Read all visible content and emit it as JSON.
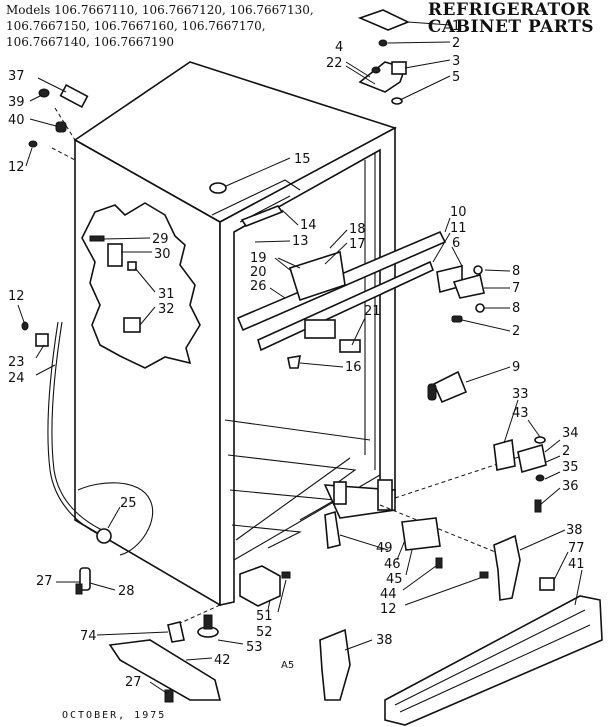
{
  "header": {
    "title_line1": "REFRIGERATOR",
    "title_line2": "CABINET PARTS",
    "models_lines": [
      "Models 106.7667110, 106.7667120, 106.7667130,",
      "106.7667150, 106.7667160, 106.7667170,",
      "106.7667140,  106.7667190"
    ]
  },
  "footer": {
    "date": "OCTOBER, 1975",
    "page_code": "A5"
  },
  "callouts": {
    "n1": "1",
    "n2a": "2",
    "n2b": "2",
    "n2c": "2",
    "n3": "3",
    "n4": "4",
    "n5": "5",
    "n6": "6",
    "n7": "7",
    "n8a": "8",
    "n8b": "8",
    "n9": "9",
    "n10": "10",
    "n11": "11",
    "n12a": "12",
    "n12b": "12",
    "n12c": "12",
    "n13": "13",
    "n14": "14",
    "n15": "15",
    "n16": "16",
    "n17": "17",
    "n18": "18",
    "n19": "19",
    "n20": "20",
    "n21": "21",
    "n22": "22",
    "n23": "23",
    "n24": "24",
    "n25": "25",
    "n26": "26",
    "n27a": "27",
    "n27b": "27",
    "n28": "28",
    "n29": "29",
    "n30": "30",
    "n31": "31",
    "n32": "32",
    "n33": "33",
    "n34": "34",
    "n35": "35",
    "n36": "36",
    "n37": "37",
    "n38a": "38",
    "n38b": "38",
    "n39": "39",
    "n40": "40",
    "n41": "41",
    "n42": "42",
    "n43": "43",
    "n44": "44",
    "n45": "45",
    "n46": "46",
    "n49": "49",
    "n51": "51",
    "n52": "52",
    "n53": "53",
    "n74": "74",
    "n77": "77"
  }
}
